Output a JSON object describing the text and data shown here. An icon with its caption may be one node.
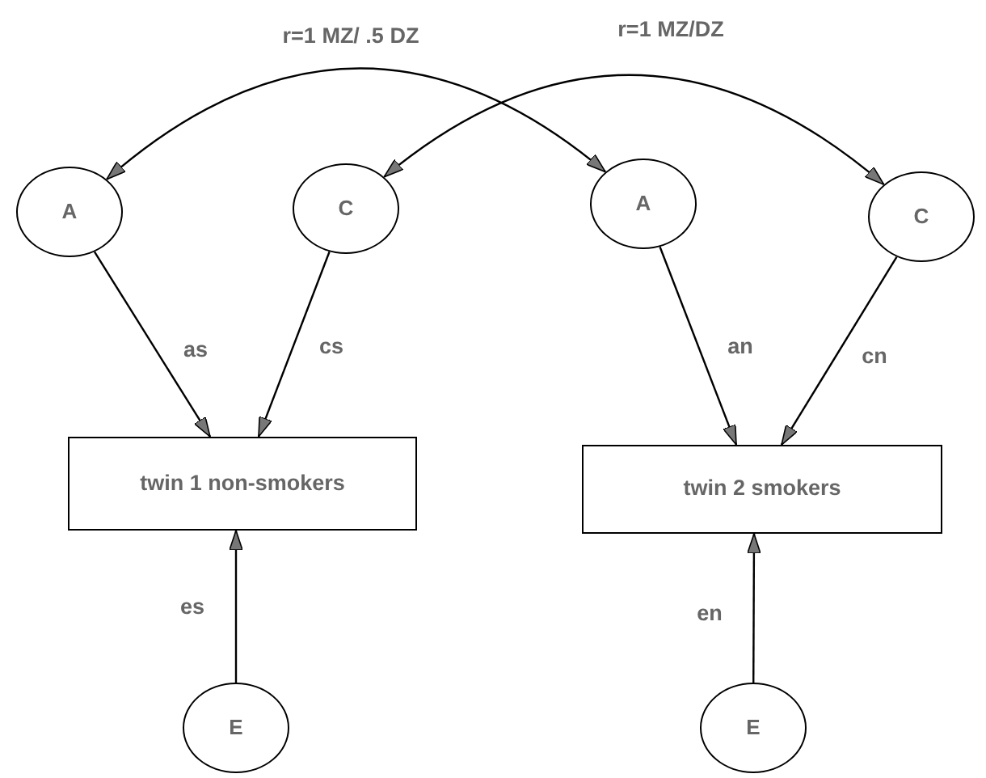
{
  "diagram": {
    "nodes": [
      {
        "text": [
          "A"
        ]
      },
      {
        "text": [
          "C"
        ]
      },
      {
        "text": [
          "A"
        ]
      },
      {
        "text": [
          "C"
        ]
      },
      {
        "text": [
          "twin 1 non-smokers"
        ]
      },
      {
        "text": [
          "twin 2 smokers"
        ]
      },
      {
        "text": [
          "E"
        ]
      },
      {
        "text": [
          "E"
        ]
      }
    ],
    "edges": [
      {
        "from": 0,
        "to": 2,
        "arrow": "both",
        "label": "r=1 MZ/ .5 DZ"
      },
      {
        "from": 1,
        "to": 3,
        "arrow": "both",
        "label": "r=1 MZ/DZ"
      },
      {
        "from": 0,
        "to": 4,
        "arrow": "to",
        "label": "as"
      },
      {
        "from": 1,
        "to": 4,
        "arrow": "to",
        "label": "cs"
      },
      {
        "from": 2,
        "to": 5,
        "arrow": "to",
        "label": "an"
      },
      {
        "from": 3,
        "to": 5,
        "arrow": "to",
        "label": "cn"
      },
      {
        "from": 6,
        "to": 4,
        "arrow": "to",
        "label": "es"
      },
      {
        "from": 7,
        "to": 5,
        "arrow": "to",
        "label": "en"
      }
    ]
  }
}
